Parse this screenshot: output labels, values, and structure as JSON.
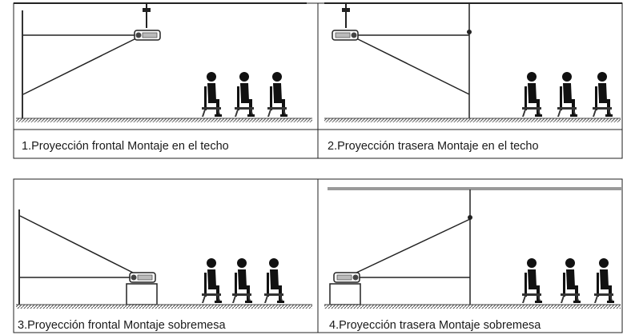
{
  "panels": [
    {
      "caption": "1.Proyección frontal Montaje en el techo"
    },
    {
      "caption": "2.Proyección trasera Montaje en el techo"
    },
    {
      "caption": "3.Proyección frontal Montaje sobremesa"
    },
    {
      "caption": "4.Proyección trasera Montaje sobremesa"
    }
  ],
  "colors": {
    "line": "#222222",
    "light": "#9a9a9a",
    "ground": "#555555"
  }
}
